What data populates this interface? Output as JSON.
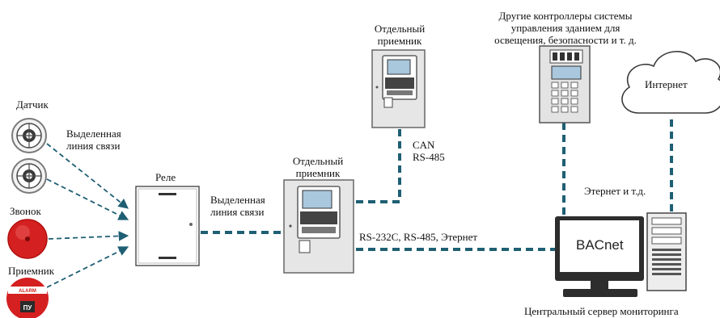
{
  "labels": {
    "sensor": "Датчик",
    "dedicated_line_1": [
      "Выделенная",
      "линия связи"
    ],
    "bell": "Звонок",
    "receiver_small": "Приемник",
    "relay": "Реле",
    "dedicated_line_2": [
      "Выделенная",
      "линия связи"
    ],
    "separate_receiver_top": [
      "Отдельный",
      "приемник"
    ],
    "separate_receiver_mid": [
      "Отдельный",
      "приемник"
    ],
    "can_bus": [
      "CAN",
      "RS-485"
    ],
    "other_controllers": [
      "Другие контроллеры системы",
      "управления зданием для",
      "освещения, безопасности и т. д."
    ],
    "internet": "Интернет",
    "ethernet_etc": "Этернет и т.д.",
    "rs_line": "RS-232C, RS-485, Этернет",
    "bacnet": "BACnet",
    "central_server": "Центральный сервер мониторинга",
    "alarm_strip_text": "ALARM",
    "pushbutton_text": "ПУ"
  },
  "colors": {
    "link_dashed": "#1f5f73",
    "link_dark": "#1a1a1a",
    "panel_fill": "#e6e6e6",
    "screen_blue": "#a9c7dd",
    "bell_red": "#d42020",
    "cloud_stroke": "#3a3a3a"
  },
  "icons": {
    "sensor": "smoke-detector-icon",
    "bell": "alarm-bell-icon",
    "receiver_small": "manual-call-point-icon",
    "relay": "relay-cabinet-icon",
    "receiver": "control-panel-icon",
    "controller": "building-controller-icon",
    "internet": "cloud-icon",
    "monitor": "monitor-icon",
    "server": "server-tower-icon"
  }
}
